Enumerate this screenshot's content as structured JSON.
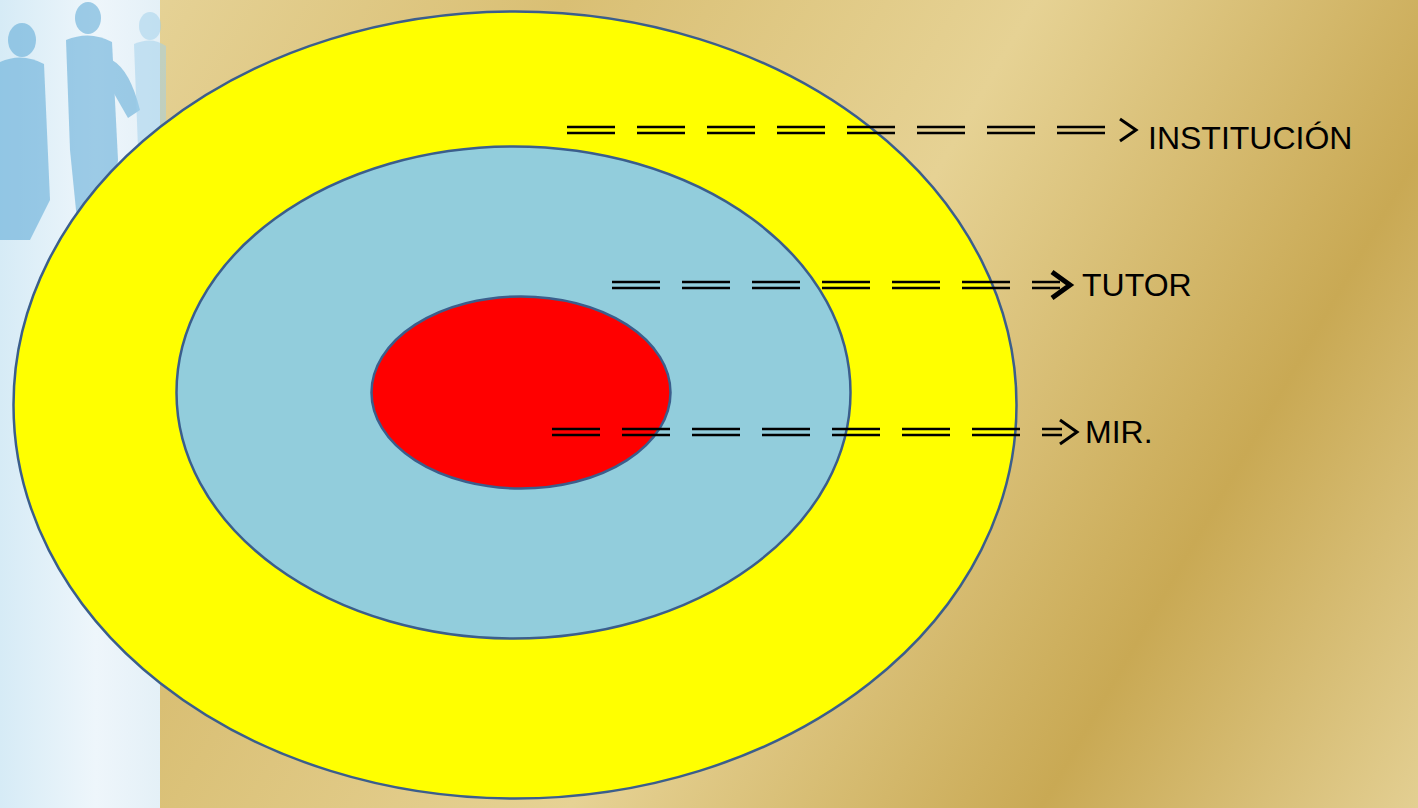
{
  "diagram": {
    "nodes": [
      {
        "text": [
          "INSTITUCIÓN"
        ]
      },
      {
        "text": [
          "TUTOR"
        ],
        "in": 0
      },
      {
        "text": [
          "MIR."
        ],
        "in": 1
      }
    ]
  }
}
